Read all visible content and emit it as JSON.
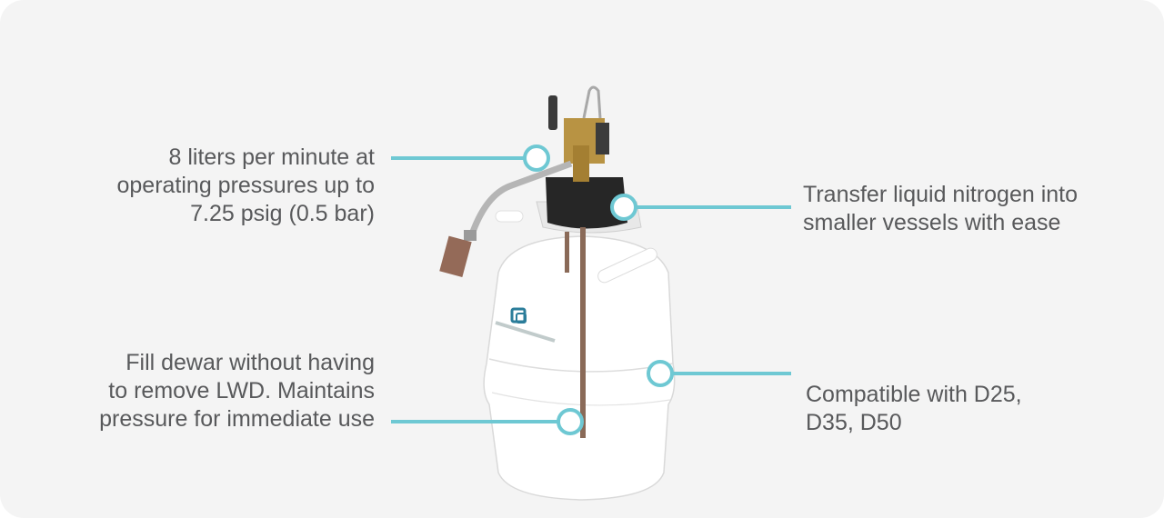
{
  "colors": {
    "accent": "#6ec8d3",
    "text": "#58595b",
    "background": "#f4f4f4"
  },
  "callouts": [
    {
      "text": "8 liters per minute at\noperating pressures up to\n7.25 psig (0.5 bar)"
    },
    {
      "text": "Transfer liquid nitrogen into\nsmaller vessels with ease"
    },
    {
      "text": "Fill dewar without having\nto remove LWD. Maintains\npressure for immediate use"
    },
    {
      "text": "Compatible with D25,\nD35, D50"
    }
  ]
}
